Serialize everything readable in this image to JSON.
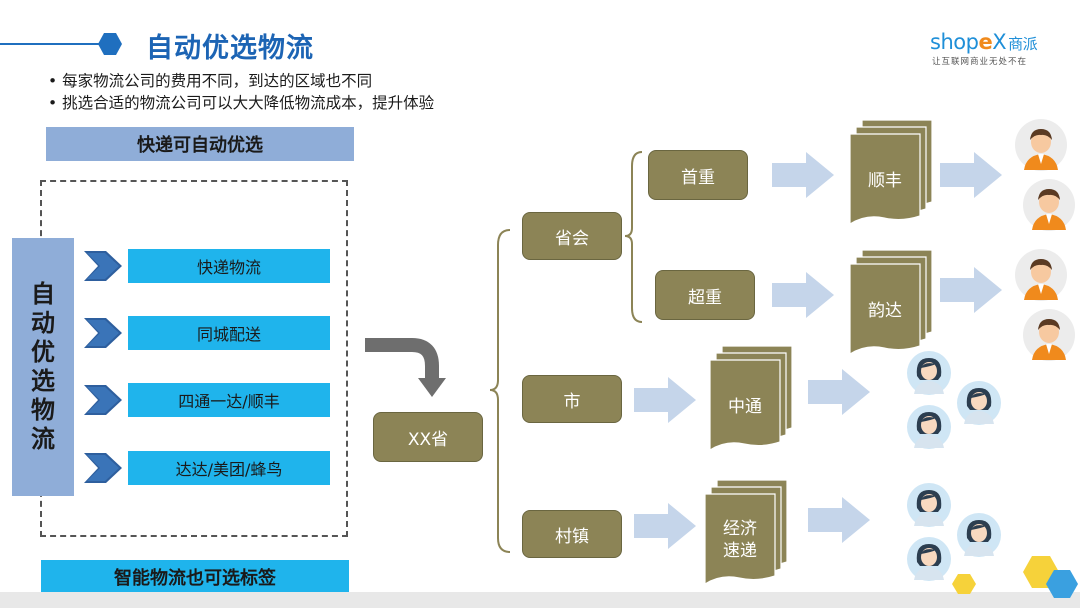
{
  "title": "自动优选物流",
  "bullets": [
    "• 每家物流公司的费用不同，到达的区域也不同",
    "• 挑选合适的物流公司可以大大降低物流成本，提升体验"
  ],
  "logo": {
    "brand_pre": "shop",
    "brand_x": "e",
    "brand_post": "X",
    "brand_cn": "商派",
    "tagline": "让互联网商业无处不在"
  },
  "top_bar": "快递可自动优选",
  "bottom_bar": "智能物流也可选标签",
  "side_label": [
    "自",
    "动",
    "优",
    "选",
    "物",
    "流"
  ],
  "items": [
    "快递物流",
    "同城配送",
    "四通一达/顺丰",
    "达达/美团/蜂鸟"
  ],
  "root_node": "XX省",
  "level1": [
    "省会",
    "市",
    "村镇"
  ],
  "level2": [
    "首重",
    "超重"
  ],
  "carriers": {
    "shunfeng": "顺丰",
    "yunda": "韵达",
    "zhongtong": "中通",
    "jingji": [
      "经济",
      "速递"
    ]
  },
  "colors": {
    "title_blue": "#1c64b4",
    "olive": "#8c8456",
    "light_blue_bar": "#8fadd8",
    "cyan_item": "#1fb4ec",
    "arrow_blue": "#c5d5ea",
    "chevron": "#2e5f9e"
  }
}
